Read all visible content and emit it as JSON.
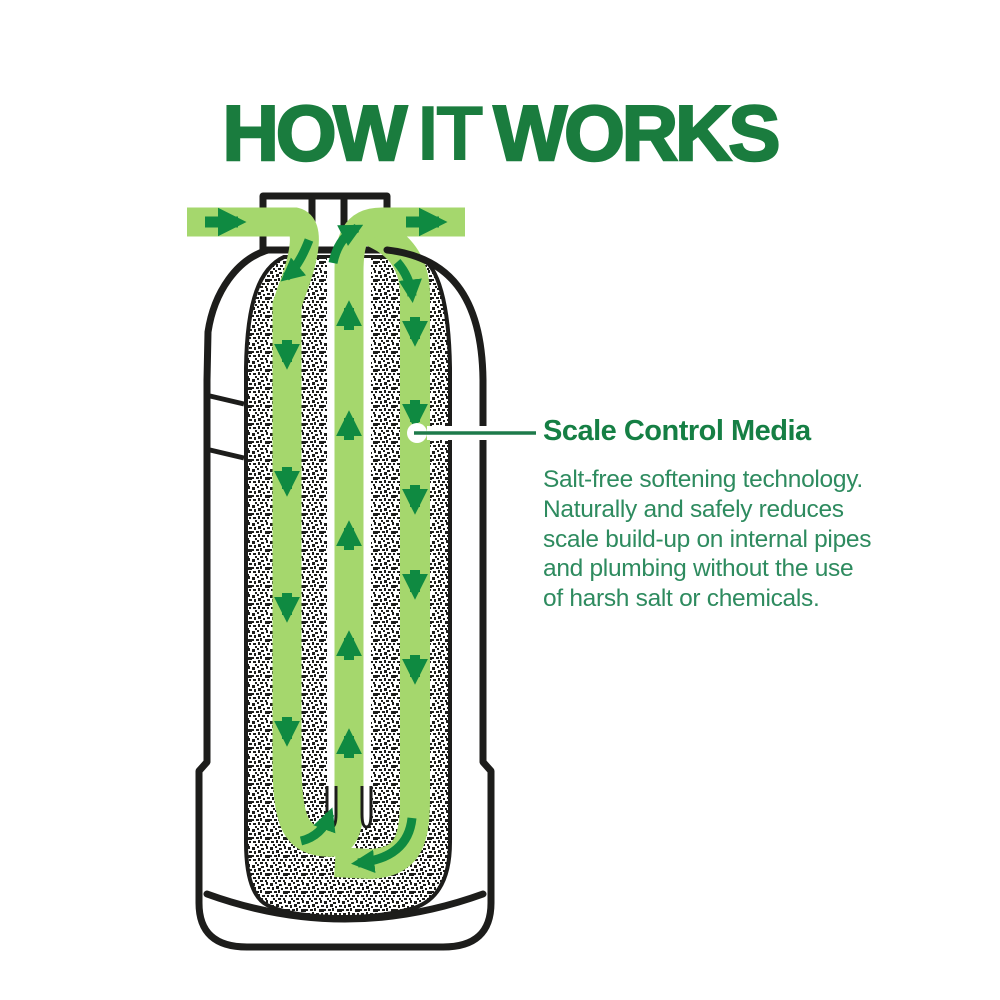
{
  "title": {
    "part1": "HOW",
    "part2": "IT",
    "part3": "WORKS"
  },
  "callout": {
    "heading": "Scale Control Media",
    "body_lines": [
      "Salt-free softening technology.",
      "Naturally and safely reduces",
      "scale build-up on internal pipes",
      "and plumbing without the use",
      "of harsh salt or chemicals."
    ]
  },
  "diagram": {
    "subject": "water softener tank cross-section",
    "inlet_arrow_direction": "right",
    "outlet_arrow_direction": "right",
    "left_channel_arrow_direction": "down",
    "center_tube_arrow_direction": "up",
    "right_channel_arrow_direction": "down"
  },
  "colors": {
    "title_green": "#1a7c3e",
    "heading_green": "#157f44",
    "body_green": "#2e8b5f",
    "callout_line_green": "#1d7a4a",
    "flow_green": "#a5d76d",
    "arrow_green": "#0f8a41",
    "outline_black": "#1d1d1b",
    "page_bg": "#ffffff"
  }
}
